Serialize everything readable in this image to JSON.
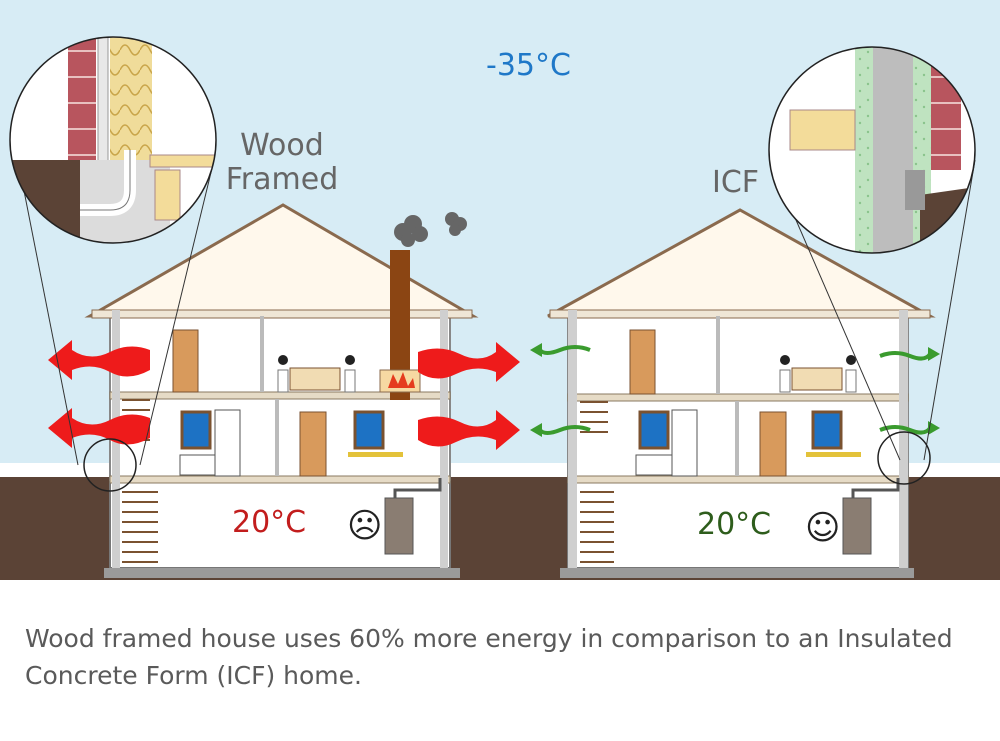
{
  "outside_temperature": "-35°C",
  "houses": [
    {
      "title": "Wood Framed",
      "indoor_temperature": "20°C",
      "mood": "☹"
    },
    {
      "title": "ICF",
      "indoor_temperature": "20°C",
      "mood": "☺"
    }
  ],
  "caption": "Wood framed house uses 60% more energy in comparison to an Insulated Concrete Form (ICF) home.",
  "colors": {
    "sky": "#d7ecf5",
    "ground": "#5b4336",
    "outside_temp_text": "#1f78c8",
    "title_text": "#666666",
    "wood_temp_text": "#c21d1d",
    "icf_temp_text": "#2e5d1c",
    "heat_loss_high": "#ee1b1b",
    "heat_loss_low": "#3a9b2e",
    "caption_text": "#5a5a5a"
  }
}
